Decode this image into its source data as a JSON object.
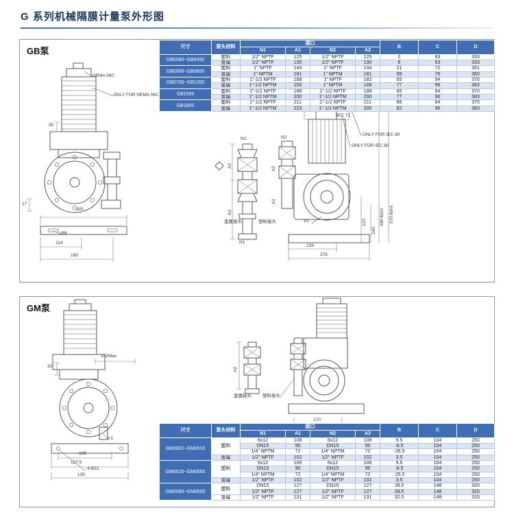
{
  "page": {
    "title": "G 系列机械隔膜计量泵外形图"
  },
  "table_headers": {
    "size": "尺寸",
    "material": "泵头材料",
    "port": "接口",
    "n1": "N1",
    "a1": "A1",
    "n2": "N2",
    "a2": "A2",
    "b": "B",
    "c": "C",
    "d": "D"
  },
  "gb": {
    "label": "GB泵",
    "ann": {
      "nema": "NEMA 56C",
      "only_nema": "ONLY FOR NEMA 56C",
      "d30": "30",
      "d17": "17",
      "d305": "305",
      "d114": "114",
      "d165": "165",
      "d9": "~Ø9",
      "n2_mid": "N2",
      "n1_mid": "N1",
      "a2_mid": "A2",
      "a1_mid": "A1",
      "metal": "金属接头",
      "plastic": "塑料接头",
      "n2_side": "N2",
      "a2_side": "A2",
      "a1_side": "A1",
      "iec80": "IEC 80",
      "iec71": "IEC 71",
      "only_iec80_a": "ONLY FOR IEC 80",
      "only_iec80_b": "ONLY FOR IEC 80",
      "d570": "570 MAX",
      "d490": "490 MAX",
      "d140": "140",
      "d123": "123",
      "d229": "229",
      "d276": "276",
      "v1": "V1"
    },
    "table": {
      "groups": [
        {
          "model": "GB0080~GB0450",
          "materials": [
            [
              "塑料",
              1
            ],
            [
              "金属",
              1
            ]
          ],
          "rows": [
            [
              "1/2\" NPTF",
              "125",
              "1/2\" NPTF",
              "125",
              "2",
              "63",
              "333"
            ],
            [
              "1/2\" NPTF",
              "130",
              "1/2\" NPTF",
              "130",
              "8",
              "63",
              "333"
            ]
          ]
        },
        {
          "model": "GB0500~GB0600",
          "materials": [
            [
              "塑料",
              1
            ],
            [
              "金属",
              1
            ]
          ],
          "rows": [
            [
              "1\" NPTF",
              "144",
              "1\" NPTF",
              "144",
              "21",
              "72",
              "351"
            ],
            [
              "1\" NPTM",
              "181",
              "1\" NPTM",
              "181",
              "58",
              "76",
              "360"
            ]
          ]
        },
        {
          "model": "GB0700~GB1200",
          "materials": [
            [
              "塑料",
              1
            ],
            [
              "金属",
              1
            ]
          ],
          "rows": [
            [
              "1\"-1/2 NPTF",
              "188",
              "1\" NPTF",
              "182",
              "65",
              "94",
              "370"
            ],
            [
              "1\"-1/2 NPTM",
              "200",
              "1\" NPTM",
              "188",
              "77",
              "96",
              "383"
            ]
          ]
        },
        {
          "model": "GB1500",
          "materials": [
            [
              "塑料",
              1
            ],
            [
              "金属",
              1
            ]
          ],
          "rows": [
            [
              "1\"-1/2 NPTF",
              "188",
              "1\"-1/2 NPTF",
              "188",
              "65",
              "94",
              "370"
            ],
            [
              "1\"-1/2 NPTM",
              "200",
              "1\"-1/2 NPTM",
              "200",
              "77",
              "96",
              "383"
            ]
          ]
        },
        {
          "model": "GB1800",
          "materials": [
            [
              "塑料",
              1
            ],
            [
              "金属",
              1
            ]
          ],
          "rows": [
            [
              "1\"-1/2 NPTF",
              "211",
              "1\"-1/2 NPTF",
              "211",
              "88",
              "94",
              "370"
            ],
            [
              "1\"-1/2 NPTM",
              "223",
              "1\"-1/2 NPTM",
              "205",
              "82",
              "96",
              "383"
            ]
          ]
        }
      ]
    }
  },
  "gm": {
    "label": "GM泵",
    "ann": {
      "d152": "152Max",
      "d32": "32",
      "d105": "105",
      "d1275": "127.5",
      "holes": "4-Ø11",
      "d135": "135",
      "v1": "V1",
      "a2": "A2",
      "metal": "金属接头",
      "plastic": "塑料接头",
      "d170": "170"
    },
    "table": {
      "groups": [
        {
          "model": "GM0002~GM0010",
          "materials": [
            [
              "塑料",
              3
            ],
            [
              "金属",
              1
            ]
          ],
          "rows": [
            [
              "6x12",
              "108",
              "6x12",
              "108",
              "9.5",
              "104",
              "250"
            ],
            [
              "DN15",
              "90",
              "DN15",
              "90",
              "-8.5",
              "104",
              "250"
            ],
            [
              "1/4\" NPTM",
              "72",
              "1/4\" NPTM",
              "72",
              "-26.5",
              "104",
              "250"
            ],
            [
              "1/2\" NPTF",
              "102",
              "1/2\" NPTF",
              "102",
              "3.5",
              "104",
              "250"
            ]
          ]
        },
        {
          "model": "GM0025~GM0050",
          "materials": [
            [
              "塑料",
              3
            ],
            [
              "金属",
              1
            ]
          ],
          "rows": [
            [
              "6x12",
              "108",
              "6x12",
              "108",
              "9.5",
              "104",
              "250"
            ],
            [
              "DN15",
              "90",
              "DN15",
              "90",
              "-8.5",
              "104",
              "250"
            ],
            [
              "1/4\" NPTM",
              "72",
              "1/4\" NPTM",
              "72",
              "-26.5",
              "104",
              "250"
            ],
            [
              "1/2\" NPTF",
              "102",
              "1/2\" NPTF",
              "102",
              "3.5",
              "104",
              "250"
            ]
          ]
        },
        {
          "model": "GM0090~GM0500",
          "materials": [
            [
              "塑料",
              2
            ],
            [
              "金属",
              1
            ]
          ],
          "rows": [
            [
              "DN15",
              "127",
              "DN15",
              "127",
              "28.5",
              "148",
              "320"
            ],
            [
              "1/2\" NPTF",
              "127",
              "1/2\" NPTF",
              "127",
              "28.5",
              "148",
              "320"
            ],
            [
              "1/2\" NPTF",
              "131",
              "1/2\" NPTF",
              "131",
              "32.5",
              "148",
              "315"
            ]
          ]
        }
      ]
    }
  }
}
